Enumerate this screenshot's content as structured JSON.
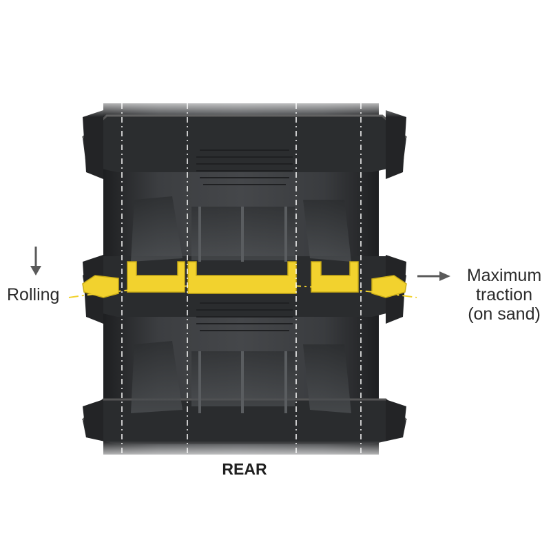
{
  "labels": {
    "rolling": "Rolling",
    "traction_line1": "Maximum",
    "traction_line2": "traction",
    "traction_line3": "(on sand)",
    "rear": "REAR"
  },
  "icons": {
    "rolling_arrow": "arrow-down-icon",
    "traction_arrow": "arrow-right-icon"
  },
  "colors": {
    "tire": "#2d2f31",
    "tire_dark": "#1c1d1f",
    "tire_light": "#4a4c4f",
    "highlight": "#f2d22e",
    "guide_line": "#ffffff",
    "text": "#2b2b2b"
  }
}
